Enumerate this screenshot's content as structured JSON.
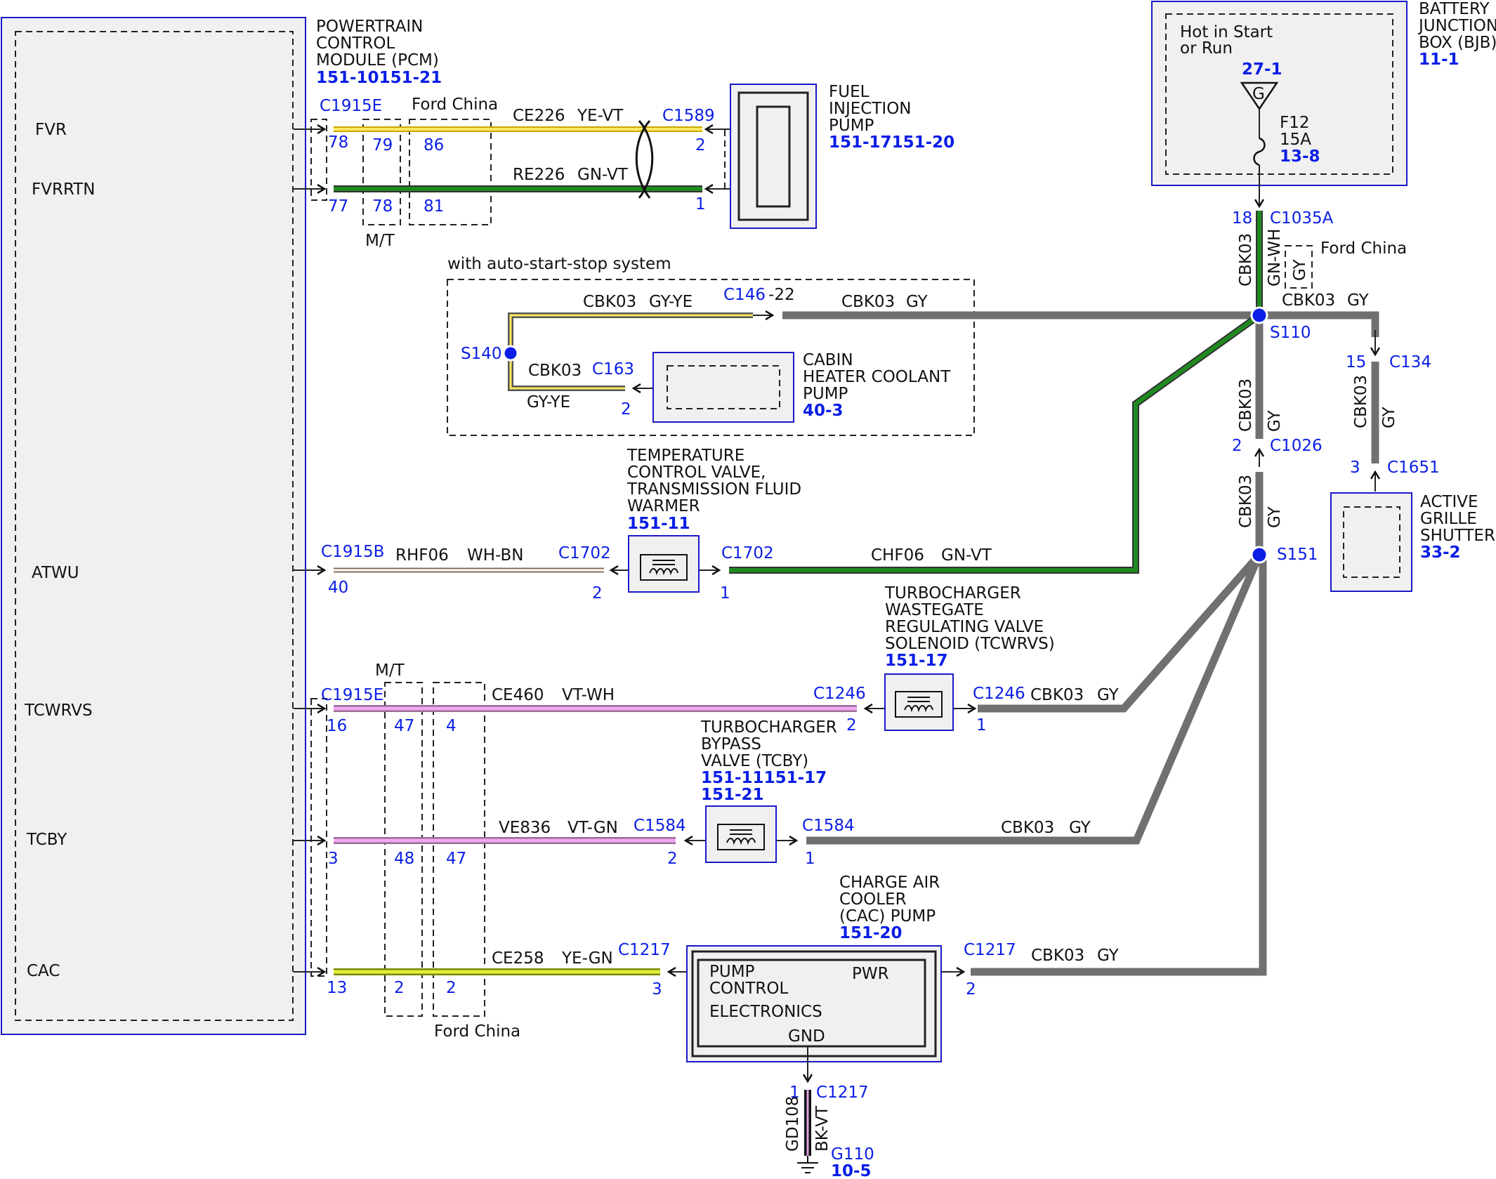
{
  "pcm": {
    "name_lines": [
      "POWERTRAIN",
      "CONTROL",
      "MODULE (PCM)"
    ],
    "ref": "151-10151-21",
    "pins": {
      "fvr": "FVR",
      "fvrrtn": "FVRRTN",
      "atwu": "ATWU",
      "tcwrvs": "TCWRVS",
      "tcby": "TCBY",
      "cac": "CAC"
    }
  },
  "bjb": {
    "name_lines": [
      "BATTERY",
      "JUNCTION",
      "BOX (BJB)"
    ],
    "ref": "11-1",
    "hot_lines": [
      "Hot in Start",
      "or Run"
    ],
    "fuse_ref": "27-1",
    "fuse_symbol": "G",
    "fuse_lines": [
      "F12",
      "15A"
    ],
    "fuse_sub_ref": "13-8"
  },
  "fuel_pump": {
    "name_lines": [
      "FUEL",
      "INJECTION",
      "PUMP"
    ],
    "ref": "151-17151-20"
  },
  "cabin_pump": {
    "name_lines": [
      "CABIN",
      "HEATER COOLANT",
      "PUMP"
    ],
    "ref": "40-3"
  },
  "tcv": {
    "name_lines": [
      "TEMPERATURE",
      "CONTROL VALVE,",
      "TRANSMISSION FLUID",
      "WARMER"
    ],
    "ref": "151-11"
  },
  "tcwrvs": {
    "name_lines": [
      "TURBOCHARGER",
      "WASTEGATE",
      "REGULATING VALVE",
      "SOLENOID (TCWRVS)"
    ],
    "ref": "151-17"
  },
  "tcby": {
    "name_lines": [
      "TURBOCHARGER",
      "BYPASS",
      "VALVE (TCBY)"
    ],
    "ref_lines": [
      "151-11151-17",
      "151-21"
    ]
  },
  "cac_pump": {
    "name_lines": [
      "CHARGE AIR",
      "COOLER",
      "(CAC) PUMP"
    ],
    "ref": "151-20",
    "inner_lines": [
      "PUMP",
      "CONTROL",
      "ELECTRONICS"
    ],
    "pwr": "PWR",
    "gnd": "GND"
  },
  "grille": {
    "name_lines": [
      "ACTIVE",
      "GRILLE",
      "SHUTTER"
    ],
    "ref": "33-2"
  },
  "ground": {
    "circuit": "GD108",
    "color": "BK-VT",
    "connector": "C1217",
    "pin": "1",
    "ref": "G110",
    "ref_sub": "10-5"
  },
  "notes": {
    "mt": "M/T",
    "ford_china": "Ford China",
    "auto_stop": "with auto-start-stop system"
  },
  "connectors": {
    "c1915e": "C1915E",
    "c1915b": "C1915B",
    "c1589": "C1589",
    "c1035a": "C1035A",
    "c146": "C146",
    "c146_pin": "22",
    "c163": "C163",
    "c1702": "C1702",
    "c1246": "C1246",
    "c1584": "C1584",
    "c1217": "C1217",
    "c134": "C134",
    "c1026": "C1026",
    "c1651": "C1651"
  },
  "splices": {
    "s110": "S110",
    "s140": "S140",
    "s151": "S151"
  },
  "pins": {
    "p78": "78",
    "p79": "79",
    "p86": "86",
    "p77": "77",
    "p81": "81",
    "p40": "40",
    "p16": "16",
    "p47": "47",
    "p4": "4",
    "p3": "3",
    "p48": "48",
    "p13": "13",
    "p2": "2",
    "p1": "1",
    "p18": "18",
    "p15": "15"
  },
  "wires": {
    "fvr": {
      "circuit": "CE226",
      "color": "YE-VT"
    },
    "fvrrtn": {
      "circuit": "RE226",
      "color": "GN-VT"
    },
    "atwu": {
      "circuit": "RHF06",
      "color": "WH-BN"
    },
    "tcv_out": {
      "circuit": "CHF06",
      "color": "GN-VT"
    },
    "tcwrvs": {
      "circuit": "CE460",
      "color": "VT-WH"
    },
    "tcby": {
      "circuit": "VE836",
      "color": "VT-GN"
    },
    "cac": {
      "circuit": "CE258",
      "color": "YE-GN"
    },
    "cbk03": "CBK03",
    "gy": "GY",
    "gy_ye": "GY-YE",
    "gn_wh": "GN-WH"
  }
}
